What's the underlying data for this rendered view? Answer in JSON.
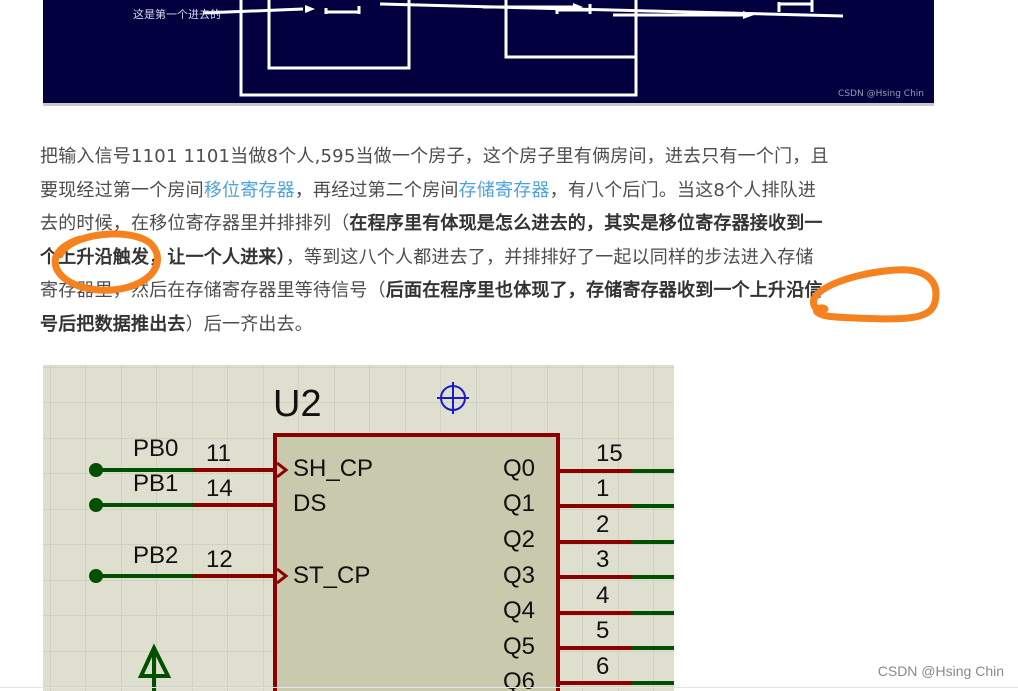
{
  "top_figure": {
    "caption": "这是第一个进去的",
    "watermark": "CSDN @Hsing Chin",
    "background": "#02003f"
  },
  "article": {
    "line1": " 把输入信号1101 1101当做8个人,595当做一个房子，这个房子里有俩房间，进去只有一个门，且",
    "line2_prefix": "要现经过第一个房间",
    "link_shift_register": "移位寄存器",
    "line2_mid": "，再经过第二个房间",
    "link_storage_register": "存储寄存器",
    "line2_suffix": "，有八个后门。当这8个人排队进",
    "line3_plain": "去的时候，在移位寄存器里并排排列（",
    "line3_bold": "在程序里有体现是怎么进去的，其实是移位寄存器接收到一",
    "line4_bold": "个上升沿触发，让一个人进来）",
    "line4_plain": "，等到这八个人都进去了，并排排好了一起以同样的步法进入存储",
    "line5_plain": "寄存器里，然后在存储寄存器里等待信号（",
    "line5_bold": "后面在程序里也体现了，存储寄存器收到一个上升沿信",
    "line6_bold": "号后把数据推出去",
    "line6_plain": "）后一齐出去。",
    "link_color": "#4ea1db",
    "annotation_color": "#f5821f"
  },
  "schematic": {
    "chip_name": "U2",
    "left_pins": [
      {
        "net": "PB0",
        "num": "11",
        "name": "SH_CP",
        "clock": true
      },
      {
        "net": "PB1",
        "num": "14",
        "name": "DS",
        "clock": false
      },
      {
        "net": "PB2",
        "num": "12",
        "name": "ST_CP",
        "clock": true
      }
    ],
    "right_pins": [
      {
        "name": "Q0",
        "num": "15"
      },
      {
        "name": "Q1",
        "num": "1"
      },
      {
        "name": "Q2",
        "num": "2"
      },
      {
        "name": "Q3",
        "num": "3"
      },
      {
        "name": "Q4",
        "num": "4"
      },
      {
        "name": "Q5",
        "num": "5"
      },
      {
        "name": "Q6",
        "num": "6"
      }
    ],
    "wire_red": "#8b0000",
    "wire_green": "#005000",
    "chip_fill": "#c9c9ad"
  },
  "footer": {
    "watermark": "CSDN @Hsing Chin"
  }
}
